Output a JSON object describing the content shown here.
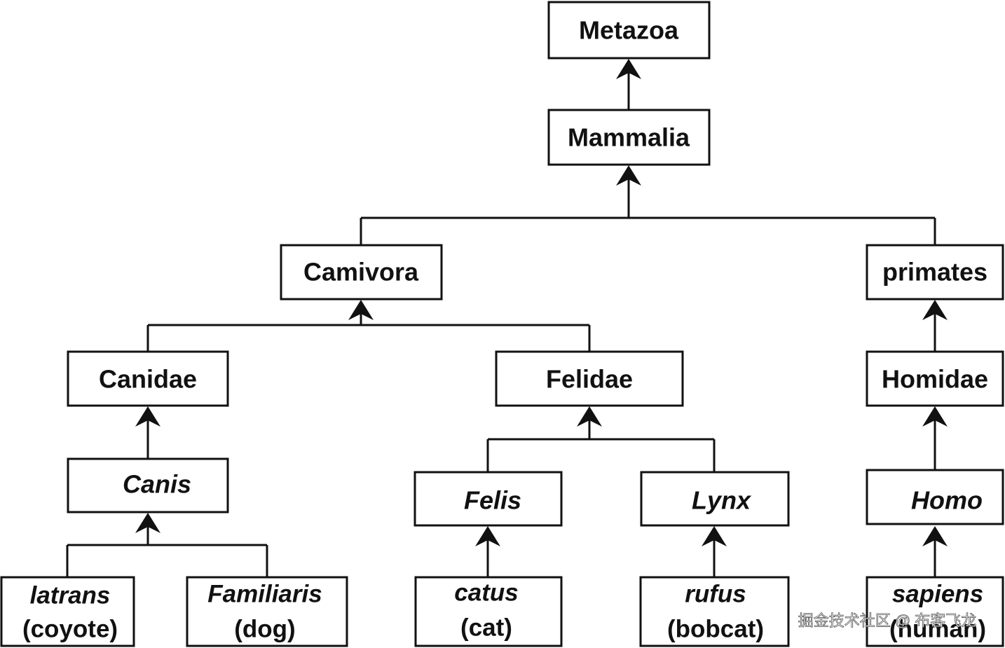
{
  "nodes": {
    "metazoa": "Metazoa",
    "mammalia": "Mammalia",
    "camivora": "Camivora",
    "primates": "primates",
    "canidae": "Canidae",
    "felidae": "Felidae",
    "homidae": "Homidae",
    "canis": "Canis",
    "felis": "Felis",
    "lynx": "Lynx",
    "homo": "Homo",
    "latrans": {
      "line1": "latrans",
      "line2": "(coyote)"
    },
    "familiaris": {
      "line1": "Familiaris",
      "line2": "(dog)"
    },
    "catus": {
      "line1": "catus",
      "line2": "(cat)"
    },
    "rufus": {
      "line1": "rufus",
      "line2": "(bobcat)"
    },
    "sapiens": {
      "line1": "sapiens",
      "line2": "(human)"
    }
  },
  "watermark": "掘金技术社区 @ 布客飞龙",
  "colors": {
    "stroke": "#111111",
    "background": "#ffffff"
  }
}
